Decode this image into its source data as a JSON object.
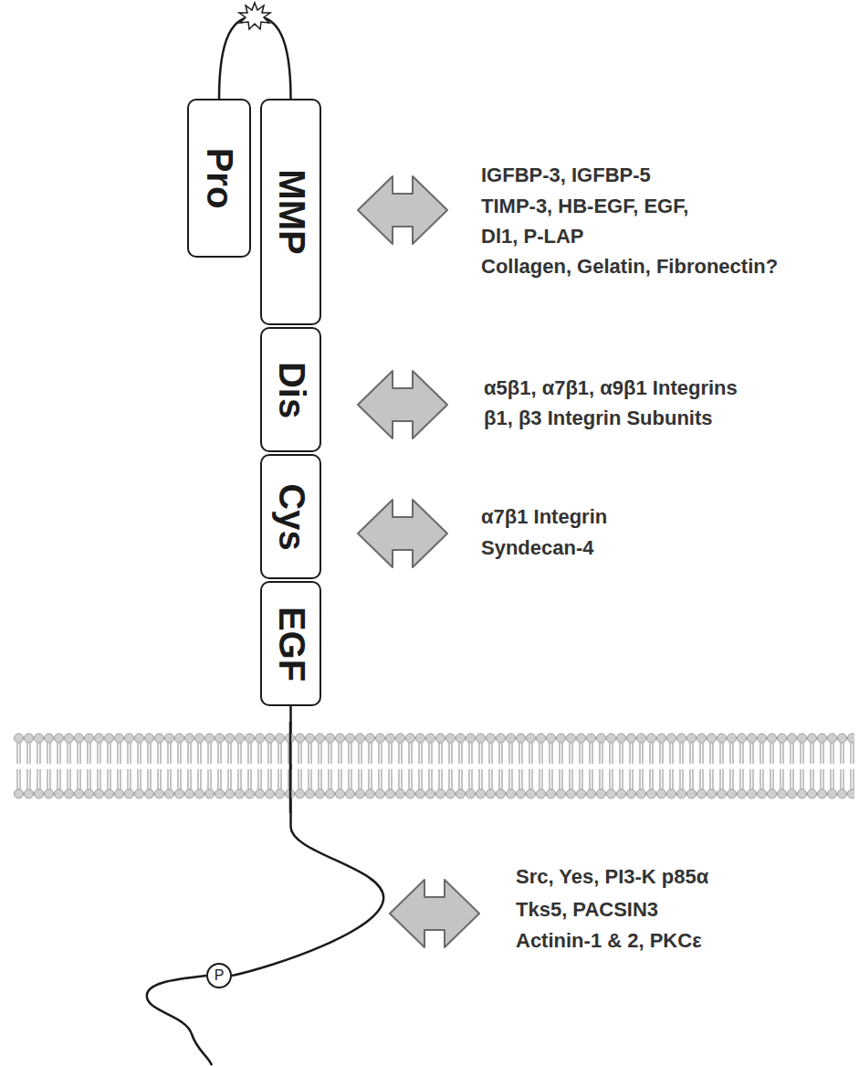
{
  "diagram": {
    "nodes": [
      {
        "text": [
          "Pro"
        ]
      },
      {
        "text": [
          "MMP"
        ]
      },
      {
        "text": [
          "Dis"
        ]
      },
      {
        "text": [
          "Cys"
        ]
      },
      {
        "text": [
          "EGF"
        ]
      },
      {
        "text": [
          "P"
        ]
      }
    ],
    "edges": [
      {
        "from": 0,
        "to": 1,
        "arrow": "none"
      },
      {
        "from": 4,
        "to": 5,
        "arrow": "none"
      }
    ],
    "labels": [
      "IGFBP-3, IGFBP-5",
      "TIMP-3, HB-EGF, EGF,",
      "Dl1, P-LAP",
      "Collagen, Gelatin, Fibronectin?",
      "α5β1, α7β1, α9β1 Integrins",
      "β1, β3 Integrin Subunits",
      "α7β1 Integrin",
      "Syndecan-4",
      "Src, Yes, PI3-K p85α",
      "Tks5, PACSIN3",
      "Actinin-1 & 2, PKCε"
    ]
  }
}
